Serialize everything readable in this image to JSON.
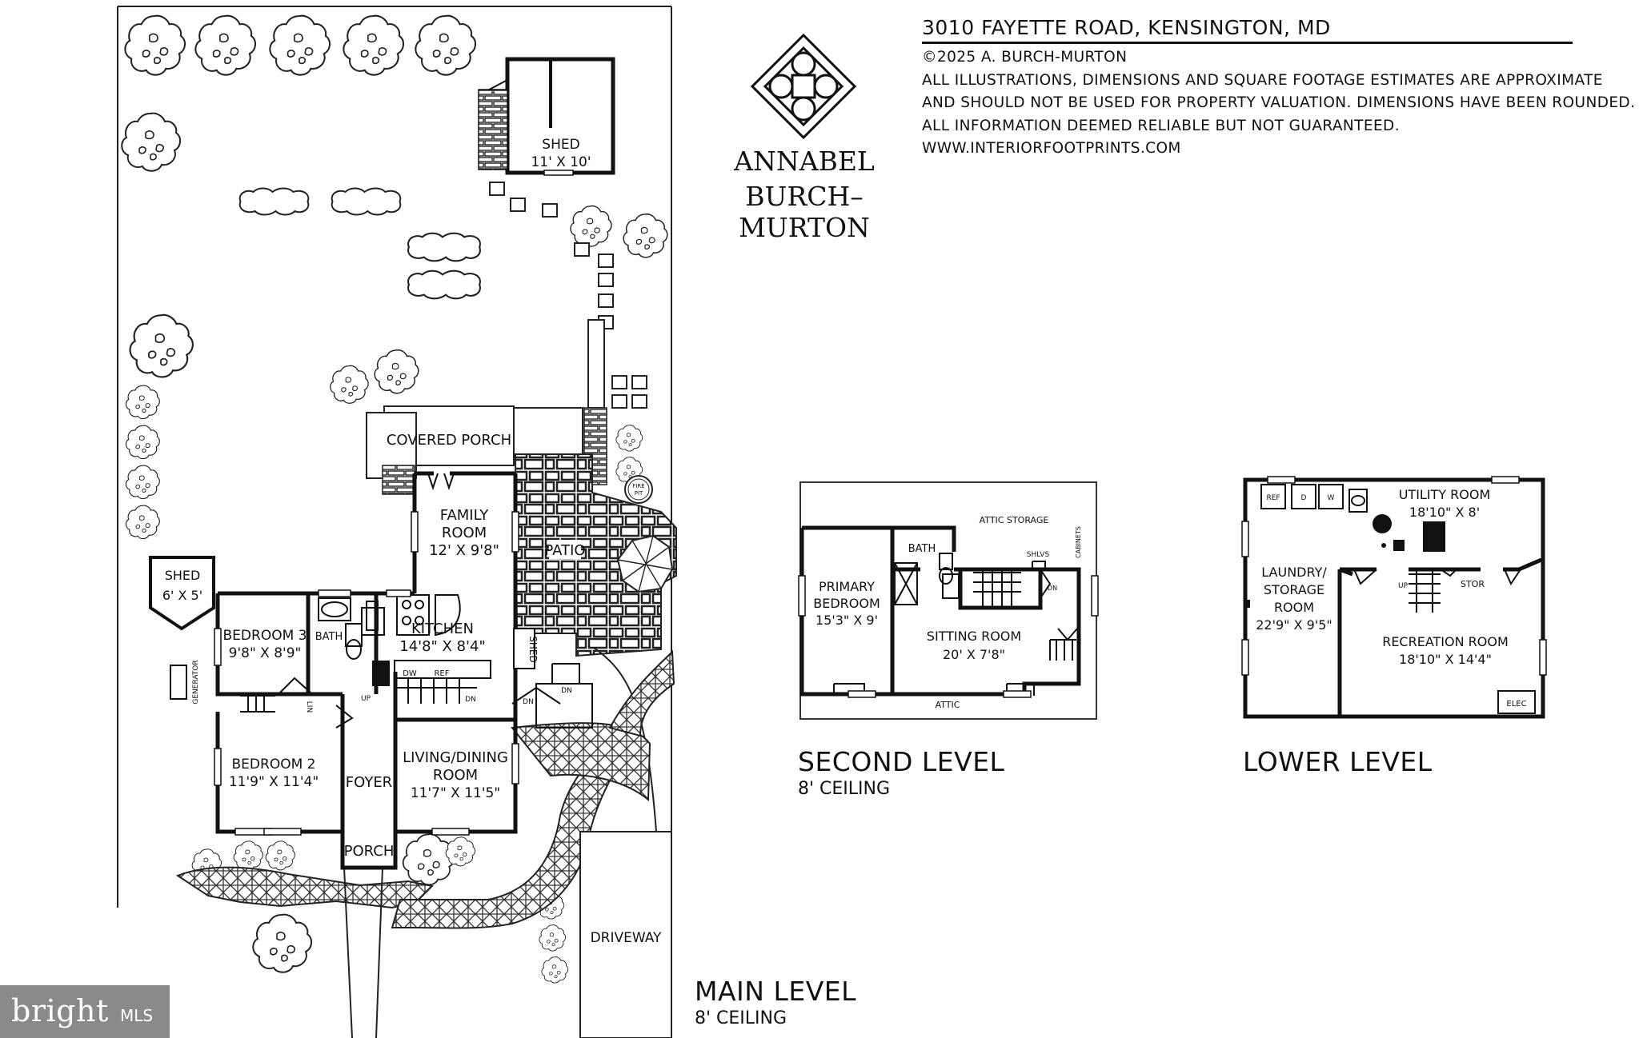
{
  "header": {
    "address": "3010 FAYETTE ROAD, KENSINGTON, MD",
    "copyright": "©2025 A. BURCH-MURTON",
    "disclaimer_1": "ALL ILLUSTRATIONS, DIMENSIONS AND SQUARE FOOTAGE ESTIMATES ARE APPROXIMATE",
    "disclaimer_2": "AND  SHOULD NOT BE USED FOR PROPERTY VALUATION. DIMENSIONS HAVE BEEN ROUNDED.",
    "disclaimer_3": "ALL INFORMATION DEEMED RELIABLE BUT NOT GUARANTEED.",
    "website": "WWW.INTERIORFOOTPRINTS.COM"
  },
  "brand": {
    "line1": "ANNABEL",
    "line2": "BURCH–MURTON"
  },
  "levels": {
    "main": {
      "title": "MAIN LEVEL",
      "ceiling": "8' CEILING"
    },
    "second": {
      "title": "SECOND LEVEL",
      "ceiling": "8' CEILING"
    },
    "lower": {
      "title": "LOWER LEVEL"
    }
  },
  "main_level": {
    "shed_large": {
      "name": "SHED",
      "dims": "11' X 10'"
    },
    "shed_small": {
      "name": "SHED",
      "dims": "6' X 5'"
    },
    "covered_porch": "COVERED PORCH",
    "family_room": {
      "name1": "FAMILY",
      "name2": "ROOM",
      "dims": "12' X 9'8\""
    },
    "patio": "PATIO",
    "fire_pit": {
      "l1": "FIRE",
      "l2": "PIT"
    },
    "bedroom3": {
      "name": "BEDROOM 3",
      "dims": "9'8\" X 8'9\""
    },
    "bath": "BATH",
    "kitchen": {
      "name": "KITCHEN",
      "dims": "14'8\" X 8'4\""
    },
    "shed_side": "SHED",
    "generator": "GENERATOR",
    "dw": "DW",
    "ref": "REF",
    "up": "UP",
    "dn": "DN",
    "lin": "LIN",
    "bedroom2": {
      "name": "BEDROOM 2",
      "dims": "11'9\" X 11'4\""
    },
    "foyer": "FOYER",
    "living": {
      "name1": "LIVING/DINING",
      "name2": "ROOM",
      "dims": "11'7\" X 11'5\""
    },
    "porch": "PORCH",
    "driveway": "DRIVEWAY"
  },
  "second_level": {
    "attic_storage": "ATTIC STORAGE",
    "bath": "BATH",
    "shlvs": "SHLVS",
    "cabinets": "CABINETS",
    "primary": {
      "name1": "PRIMARY",
      "name2": "BEDROOM",
      "dims": "15'3\" X 9'"
    },
    "sitting": {
      "name": "SITTING ROOM",
      "dims": "20' X 7'8\""
    },
    "dn": "DN",
    "attic": "ATTIC"
  },
  "lower_level": {
    "ref": "REF",
    "d": "D",
    "w": "W",
    "utility": {
      "name": "UTILITY ROOM",
      "dims": "18'10\" X 8'"
    },
    "laundry": {
      "name1": "LAUNDRY/",
      "name2": "STORAGE",
      "name3": "ROOM",
      "dims": "22'9\" X 9'5\""
    },
    "up": "UP",
    "stor": "STOR",
    "recreation": {
      "name": "RECREATION ROOM",
      "dims": "18'10\" X 14'4\""
    },
    "elec": "ELEC"
  },
  "watermark": {
    "brand": "bright",
    "suffix": "MLS"
  }
}
